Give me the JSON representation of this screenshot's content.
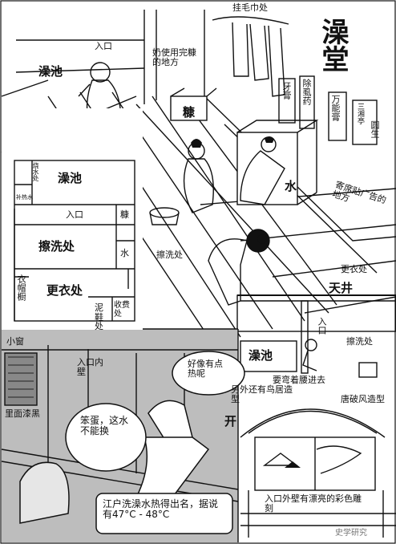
{
  "top_scene": {
    "towel_rack": "挂毛巾处",
    "title": "澡堂",
    "bath_sign": "澡池",
    "entrance": "入口",
    "bran_note": "奶使用完糠的地方",
    "bran_box": "糠",
    "ads": [
      "牙膏",
      "除虱药",
      "万能膏",
      "三湘亭",
      "圆生"
    ],
    "water_box": "水",
    "ad_note": "寄席贴广告的地方",
    "washing_area": "擦洗处",
    "dressing_area": "更衣处"
  },
  "floor_plan": {
    "bath": "澡池",
    "stoker_room": "烧水处",
    "hot_water_outlet": "补热水",
    "entrance": "入口",
    "bran": "糠",
    "washing": "擦洗处",
    "water": "水",
    "dressing": "更衣处",
    "clothes_shelf": "衣帽橱",
    "sandal_room": "泥鞋处",
    "cashier": "收费处"
  },
  "section_view": {
    "ceiling": "天井",
    "entrance": "入口",
    "bath": "澡池",
    "washing": "擦洗处",
    "bend_note": "要弯着腰进去",
    "outside_note": "另外还有鸟居造型",
    "gable_note": "唐破风造型",
    "open_note": "开"
  },
  "bottom_scene": {
    "small_window": "小窗",
    "entrance_inner_wall": "入口内壁",
    "inside_black": "里面漆黑",
    "speech_hot": "好像有点热呢",
    "speech_dummy": "笨蛋，这水不能换",
    "caption": "江户洗澡水热得出名，据说有47°C - 48°C",
    "wall_note": "入口外壁有漂亮的彩色雕刻",
    "watermark": "史学研究"
  }
}
